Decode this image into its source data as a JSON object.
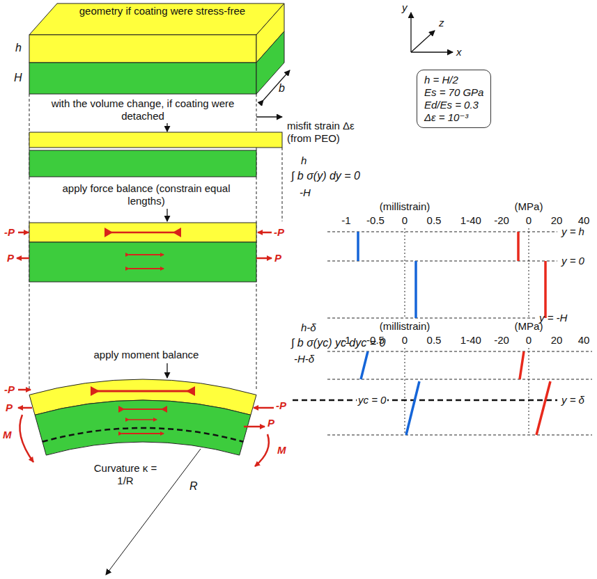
{
  "diagram": {
    "nodes": [
      {
        "text": [
          "geometry if coating were stress-free"
        ]
      },
      {
        "text": [
          "h = H/2",
          "Es = 70 GPa",
          "Ed/Es = 0.3",
          "Δε = 10⁻³"
        ]
      }
    ],
    "labels": [
      "h",
      "H",
      "b",
      "y",
      "z",
      "x",
      "with the volume change, if coating were detached",
      "misfit strain Δε (from PEO)",
      "h",
      "∫ b σ(y) dy = 0",
      "-H",
      "apply force balance (constrain equal lengths)",
      "-P",
      "-P",
      "P",
      "P",
      "(millistrain)",
      "-1",
      "-0.5",
      "0",
      "0.5",
      "1",
      "(MPa)",
      "-40",
      "-20",
      "0",
      "20",
      "40",
      "y = h",
      "y = 0",
      "y = -H",
      "h-δ",
      "∫ b σ(yc) yc dyc = 0",
      "-H-δ",
      "apply moment balance",
      "(millistrain)",
      "-1",
      "-0.5",
      "0",
      "0.5",
      "1",
      "(MPa)",
      "-40",
      "-20",
      "0",
      "20",
      "40",
      "-P",
      "P",
      "-P",
      "P",
      "M",
      "M",
      "yc = 0",
      "y = δ",
      "Curvature κ = 1/R",
      "R"
    ]
  }
}
